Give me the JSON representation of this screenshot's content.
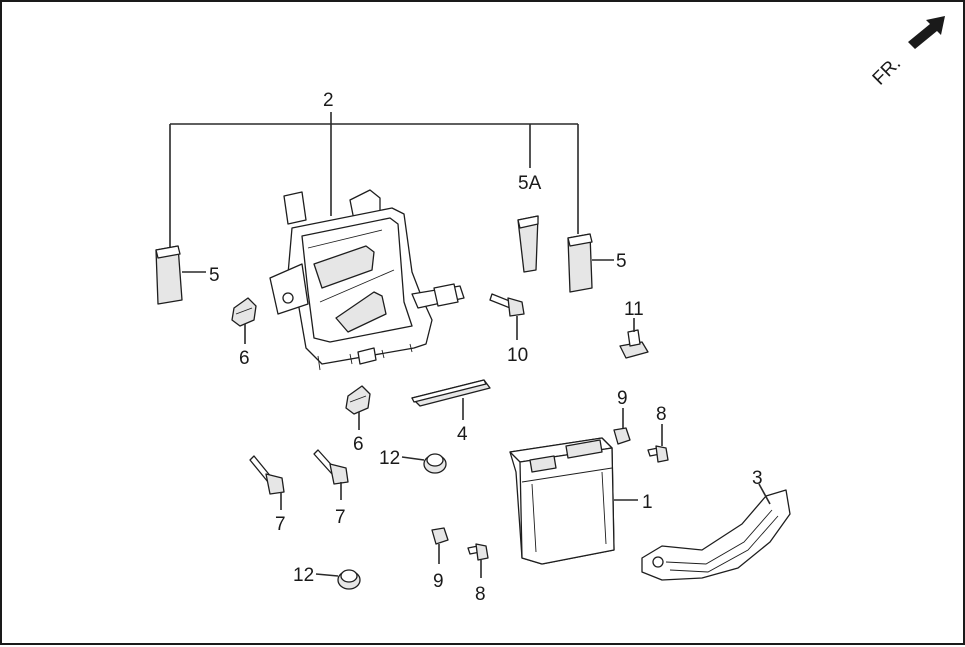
{
  "direction": {
    "label": "FR."
  },
  "callouts": [
    {
      "id": "c1",
      "text": "1"
    },
    {
      "id": "c2",
      "text": "2"
    },
    {
      "id": "c3",
      "text": "3"
    },
    {
      "id": "c4",
      "text": "4"
    },
    {
      "id": "c5a",
      "text": "5"
    },
    {
      "id": "c5b",
      "text": "5"
    },
    {
      "id": "c5A",
      "text": "5A"
    },
    {
      "id": "c6a",
      "text": "6"
    },
    {
      "id": "c6b",
      "text": "6"
    },
    {
      "id": "c7a",
      "text": "7"
    },
    {
      "id": "c7b",
      "text": "7"
    },
    {
      "id": "c8a",
      "text": "8"
    },
    {
      "id": "c8b",
      "text": "8"
    },
    {
      "id": "c9a",
      "text": "9"
    },
    {
      "id": "c9b",
      "text": "9"
    },
    {
      "id": "c10",
      "text": "10"
    },
    {
      "id": "c11",
      "text": "11"
    },
    {
      "id": "c12a",
      "text": "12"
    },
    {
      "id": "c12b",
      "text": "12"
    }
  ]
}
